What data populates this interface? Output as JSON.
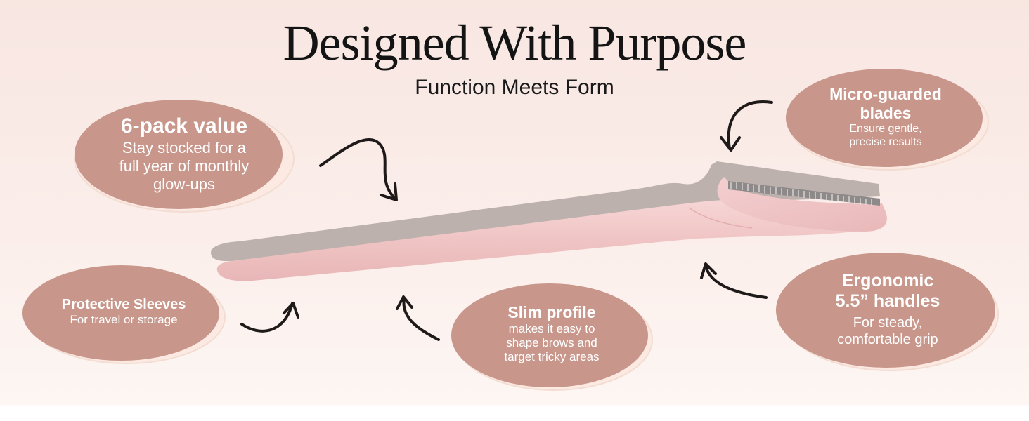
{
  "header": {
    "title": "Designed With Purpose",
    "subtitle": "Function Meets Form"
  },
  "features": {
    "six_pack": {
      "heading": "6-pack value",
      "body_lines": [
        "Stay stocked for a",
        "full year of monthly",
        "glow-ups"
      ]
    },
    "micro_guarded": {
      "heading_lines": [
        "Micro-guarded",
        "blades"
      ],
      "body_lines": [
        "Ensure gentle,",
        "precise results"
      ]
    },
    "protective_sleeves": {
      "heading": "Protective Sleeves",
      "body": "For travel or storage"
    },
    "slim_profile": {
      "heading": "Slim profile",
      "body_lines": [
        "makes it easy to",
        "shape brows and",
        "target tricky areas"
      ]
    },
    "ergonomic": {
      "heading_lines": [
        "Ergonomic",
        "5.5” handles"
      ],
      "body_lines": [
        "For steady,",
        "comfortable grip"
      ]
    }
  },
  "colors": {
    "bubble_fill": "#c8968a",
    "bubble_ring": "#f3ddd2",
    "arrow": "#1f1a1a",
    "razor_pink": "#f2c8c8",
    "razor_gray": "#bdb1ae"
  }
}
